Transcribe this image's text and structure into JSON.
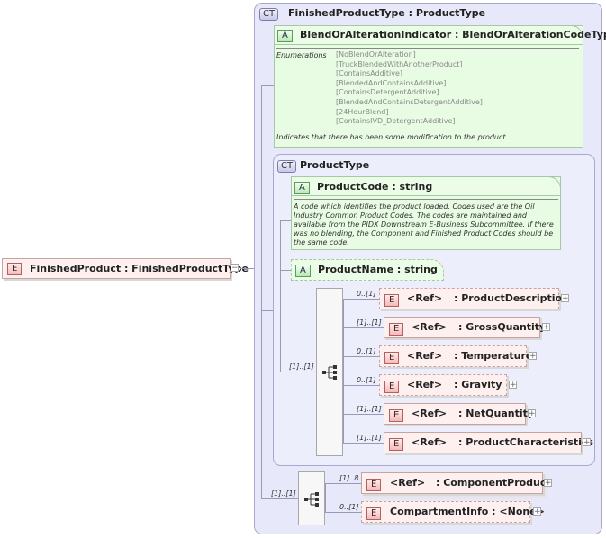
{
  "root": {
    "badge": "E",
    "label": "FinishedProduct : FinishedProductType"
  },
  "outer": {
    "badge": "CT",
    "title": "FinishedProductType : ProductType"
  },
  "blend": {
    "badge": "A",
    "title": "BlendOrAlterationIndicator : BlendOrAlterationCodeType",
    "enum_label": "Enumerations",
    "enums": [
      "[NoBlendOrAlteration]",
      "[TruckBlendedWithAnotherProduct]",
      "[ContainsAdditive]",
      "[BlendedAndContainsAdditive]",
      "[ContainsDetergentAdditive]",
      "[BlendedAndContainsDetergentAdditive]",
      "[24HourBlend]",
      "[ContainsIVD_DetergentAdditive]"
    ],
    "doc": "Indicates that there has been some modification to the product."
  },
  "product_type": {
    "badge": "CT",
    "title": "ProductType"
  },
  "product_code": {
    "badge": "A",
    "title": "ProductCode : string",
    "doc": [
      "A code which identifies the product loaded.  Codes used are the Oil",
      "Industry Common Product Codes.  The codes are maintained and",
      "available from the PIDX Downstream E-Business Subcommittee.  If there",
      "was no blending, the Component and Finished Product Codes should be",
      "the same code."
    ]
  },
  "product_name": {
    "badge": "A",
    "title": "ProductName : string"
  },
  "inner_seq": {
    "occ": "[1]..[1]",
    "items": [
      {
        "occ": "0..[1]",
        "badge": "E",
        "ref": "<Ref>",
        "name": ": ProductDescription"
      },
      {
        "occ": "[1]..[1]",
        "badge": "E",
        "ref": "<Ref>",
        "name": ": GrossQuantity"
      },
      {
        "occ": "0..[1]",
        "badge": "E",
        "ref": "<Ref>",
        "name": ": Temperature"
      },
      {
        "occ": "0..[1]",
        "badge": "E",
        "ref": "<Ref>",
        "name": ": Gravity"
      },
      {
        "occ": "[1]..[1]",
        "badge": "E",
        "ref": "<Ref>",
        "name": ": NetQuantity"
      },
      {
        "occ": "[1]..[1]",
        "badge": "E",
        "ref": "<Ref>",
        "name": ": ProductCharacteristics"
      }
    ]
  },
  "outer_seq": {
    "occ": "[1]..[1]",
    "component": {
      "occ": "[1]..8",
      "badge": "E",
      "ref": "<Ref>",
      "name": ": ComponentProduct"
    },
    "compartment": {
      "occ": "0..[1]",
      "badge": "E",
      "label": "CompartmentInfo : <None>"
    }
  },
  "expand_symbol": "+",
  "collapse_symbol": "−"
}
